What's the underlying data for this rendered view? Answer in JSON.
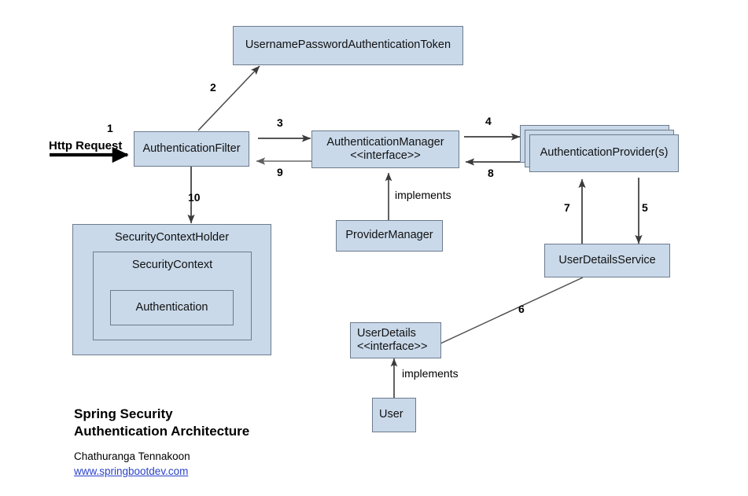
{
  "diagram": {
    "title_line1": "Spring Security",
    "title_line2": "Authentication Architecture",
    "author": "Chathuranga Tennakoon",
    "link": "www.springbootdev.com",
    "colors": {
      "node_fill": "#c9d9ea",
      "node_border": "#6d7b8c",
      "arrow": "#3b3b3b",
      "link": "#2a42c8",
      "background": "#ffffff"
    }
  },
  "nodes": {
    "token": {
      "label": "UsernamePasswordAuthenticationToken"
    },
    "auth_filter": {
      "label": "AuthenticationFilter"
    },
    "auth_manager": {
      "label": "AuthenticationManager",
      "stereotype": "<<interface>>"
    },
    "auth_provider": {
      "label": "AuthenticationProvider(s)"
    },
    "provider_manager": {
      "label": "ProviderManager"
    },
    "user_details_service": {
      "label": "UserDetailsService"
    },
    "user_details": {
      "label": "UserDetails",
      "stereotype": "<<interface>>"
    },
    "user": {
      "label": "User"
    },
    "security_context_holder": {
      "label": "SecurityContextHolder"
    },
    "security_context": {
      "label": "SecurityContext"
    },
    "authentication": {
      "label": "Authentication"
    }
  },
  "edges": [
    {
      "id": "1",
      "label": "1",
      "text": "Http Request",
      "from": "http-request",
      "to": "auth_filter"
    },
    {
      "id": "2",
      "label": "2",
      "from": "auth_filter",
      "to": "token"
    },
    {
      "id": "3",
      "label": "3",
      "from": "auth_filter",
      "to": "auth_manager"
    },
    {
      "id": "4",
      "label": "4",
      "from": "auth_manager",
      "to": "auth_provider"
    },
    {
      "id": "5",
      "label": "5",
      "from": "auth_provider",
      "to": "user_details_service"
    },
    {
      "id": "6",
      "label": "6",
      "from": "user_details_service",
      "to": "user_details"
    },
    {
      "id": "7",
      "label": "7",
      "from": "user_details_service",
      "to": "auth_provider"
    },
    {
      "id": "8",
      "label": "8",
      "from": "auth_provider",
      "to": "auth_manager"
    },
    {
      "id": "9",
      "label": "9",
      "from": "auth_manager",
      "to": "auth_filter"
    },
    {
      "id": "10",
      "label": "10",
      "from": "auth_filter",
      "to": "security_context_holder"
    },
    {
      "id": "impl1",
      "label": "implements",
      "from": "provider_manager",
      "to": "auth_manager"
    },
    {
      "id": "impl2",
      "label": "implements",
      "from": "user",
      "to": "user_details"
    }
  ],
  "labels": {
    "http_request": "Http Request",
    "implements_provider": "implements",
    "implements_user": "implements"
  }
}
